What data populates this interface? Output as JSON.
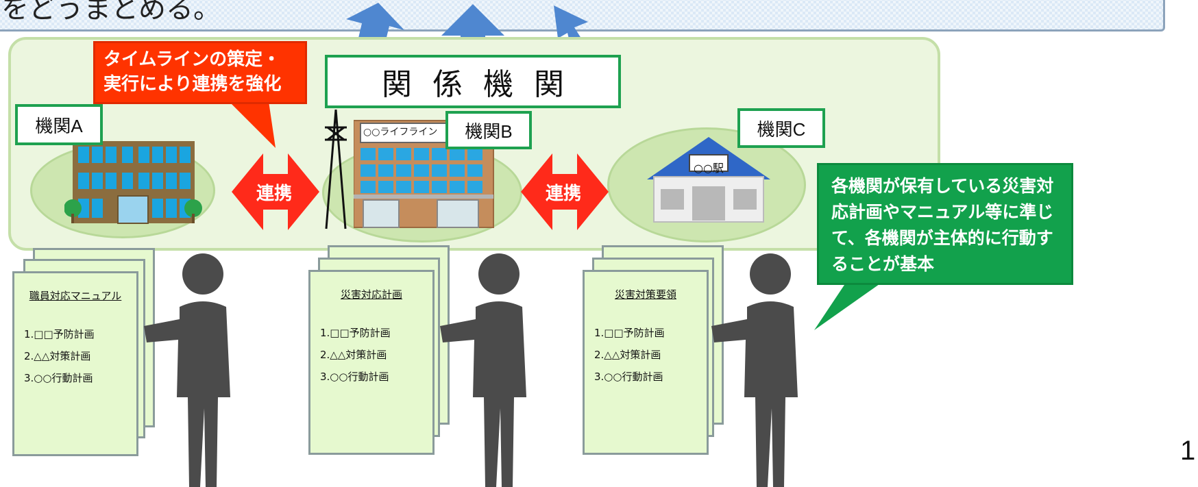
{
  "header_text": "をどうまとめる。",
  "center_label": "関係機関",
  "agencies": [
    {
      "label": "機関A"
    },
    {
      "label": "機関B"
    },
    {
      "label": "機関C"
    }
  ],
  "building_b_sign": "○○ライフライン",
  "station_sign": "○○駅",
  "link_labels": [
    "連携",
    "連携"
  ],
  "callout_red": "タイムラインの策定・実行により連携を強化",
  "callout_green": "各機関が保有している災害対応計画やマニュアル等に準じて、各機関が主体的に行動することが基本",
  "documents": [
    {
      "title": "職員対応マニュアル",
      "items": [
        "1.□□予防計画",
        "2.△△対策計画",
        "3.○○行動計画"
      ]
    },
    {
      "title": "災害対応計画",
      "items": [
        "1.□□予防計画",
        "2.△△対策計画",
        "3.○○行動計画"
      ]
    },
    {
      "title": "災害対策要領",
      "items": [
        "1.□□予防計画",
        "2.△△対策計画",
        "3.○○行動計画"
      ]
    }
  ],
  "page_number": "1",
  "colors": {
    "panel": "#ecf6df",
    "label_border": "#1ea150",
    "callout_red": "#ff3300",
    "callout_green": "#12a14c",
    "link_arrow": "#ff2a1a",
    "up_arrow": "#4f87d0",
    "person": "#4b4b4b"
  }
}
